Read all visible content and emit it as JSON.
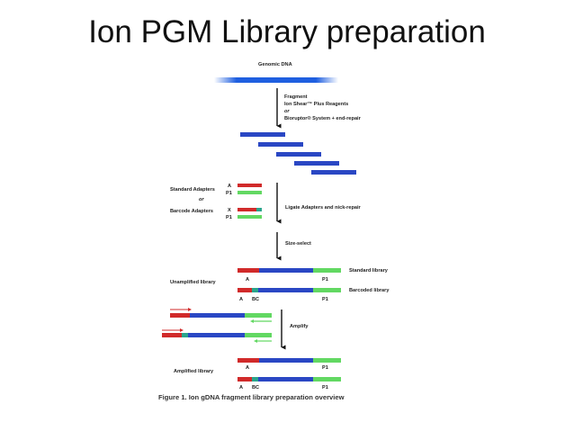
{
  "title": "Ion PGM Library preparation",
  "colors": {
    "red": "#d12a2a",
    "blue": "#2a47c4",
    "green": "#62d862",
    "teal": "#2aa58c"
  },
  "diagram": {
    "genomic_dna_label": "Genomic DNA",
    "step1": {
      "line1": "Fragment",
      "line2": "Ion Shear™ Plus Reagents",
      "line3": "or",
      "line4": "Bioruptor® System + end-repair"
    },
    "adapters": {
      "standard_label": "Standard Adapters",
      "or_label": "or",
      "barcode_label": "Barcode Adapters",
      "a_tag": "A",
      "p1_tag": "P1",
      "x_tag": "X",
      "p1_tag2": "P1"
    },
    "step2": "Ligate Adapters and nick-repair",
    "step3": "Size-select",
    "unamplified": {
      "label": "Unamplified library",
      "standard_label": "Standard library",
      "barcoded_label": "Barcoded library",
      "a1": "A",
      "p1_1": "P1",
      "a2": "A",
      "bc2": "BC",
      "p1_2": "P1"
    },
    "step4": "Amplify",
    "amplified": {
      "label": "Amplified library",
      "a1": "A",
      "p1_1": "P1",
      "a2": "A",
      "bc2": "BC",
      "p1_2": "P1"
    },
    "caption": "Figure 1. Ion gDNA fragment library preparation overview"
  }
}
